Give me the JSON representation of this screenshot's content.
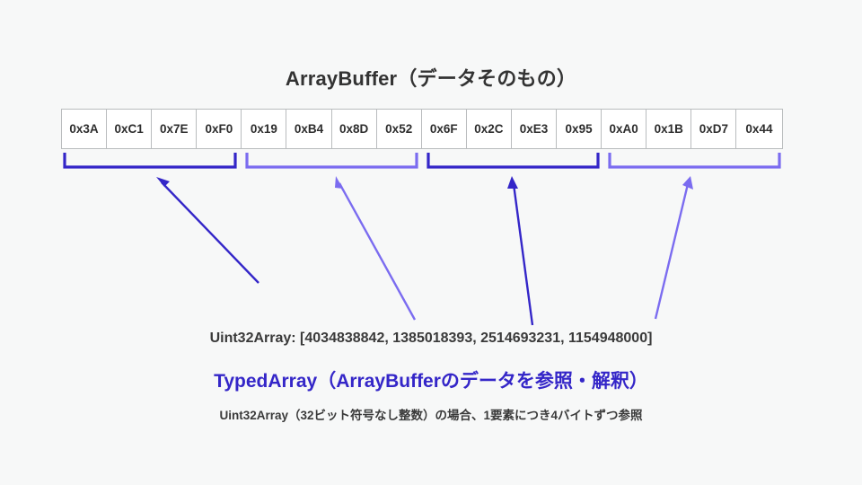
{
  "diagram": {
    "background_color": "#f7f8f8",
    "title": "ArrayBuffer（データそのもの）",
    "buffer": {
      "name": "array-buffer-bytes",
      "bytes": [
        "0x3A",
        "0xC1",
        "0x7E",
        "0xF0",
        "0x19",
        "0xB4",
        "0x8D",
        "0x52",
        "0x6F",
        "0x2C",
        "0xE3",
        "0x95",
        "0xA0",
        "0x1B",
        "0xD7",
        "0x44"
      ]
    },
    "groups": [
      {
        "label": "element-0",
        "bytes": [
          "0x3A",
          "0xC1",
          "0x7E",
          "0xF0"
        ],
        "value": "4034838842",
        "color": "#3426c8"
      },
      {
        "label": "element-1",
        "bytes": [
          "0x19",
          "0xB4",
          "0x8D",
          "0x52"
        ],
        "value": "1385018393",
        "color": "#7b6cf0"
      },
      {
        "label": "element-2",
        "bytes": [
          "0x6F",
          "0x2C",
          "0xE3",
          "0x95"
        ],
        "value": "2514693231",
        "color": "#3426c8"
      },
      {
        "label": "element-3",
        "bytes": [
          "0xA0",
          "0x1B",
          "0xD7",
          "0x44"
        ],
        "value": "1154948000",
        "color": "#7b6cf0"
      }
    ],
    "values_line": "Uint32Array: [4034838842, 1385018393, 2514693231, 1154948000]",
    "typed_array_heading": "TypedArray（ArrayBufferのデータを参照・解釈）",
    "caption": "Uint32Array（32ビット符号なし整数）の場合、1要素につき4バイトずつ参照",
    "colors": {
      "dark_indigo": "#3426c8",
      "light_periwinkle": "#7b6cf0",
      "text_dark": "#333333",
      "cell_border": "#b9bcbe",
      "cell_fill": "#ffffff"
    }
  }
}
